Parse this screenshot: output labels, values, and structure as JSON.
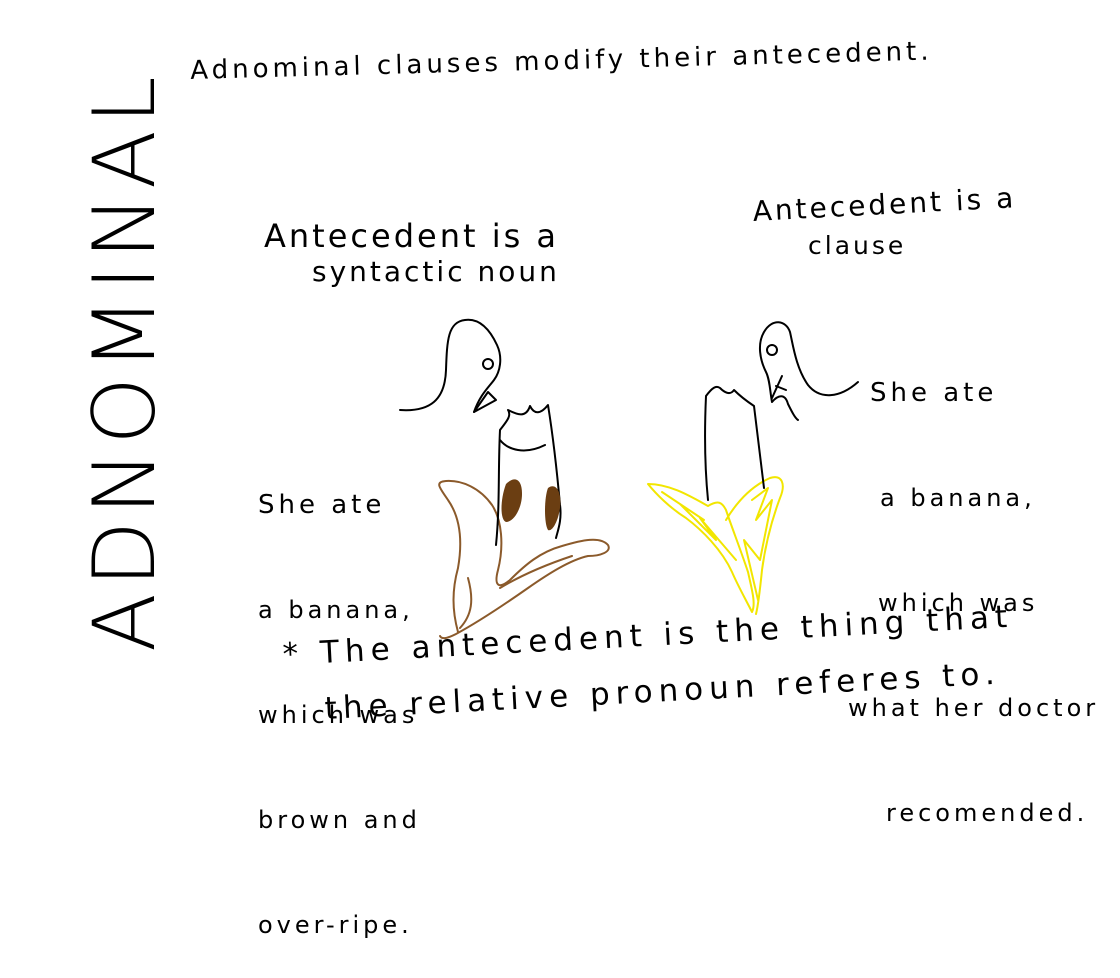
{
  "heading": "Adnominal clauses modify their antecedent.",
  "side_title": "ADNOMINAL",
  "left_panel": {
    "heading_line1": "Antecedent is a",
    "heading_line2": "syntactic noun",
    "example_lines": [
      "She ate",
      "a banana,",
      "which was",
      "brown and",
      "over-ripe."
    ],
    "banana_color": "#8B5A2B",
    "spot_color": "#6B3E12"
  },
  "right_panel": {
    "heading_line1": "Antecedent is a",
    "heading_line2": "clause",
    "example_lines": [
      "She ate",
      "a banana,",
      "which was",
      "what her doctor",
      "recomended."
    ],
    "banana_color": "#F2E600"
  },
  "footnote_line1": "* The antecedent is the thing that",
  "footnote_line2": "the relative pronoun referes to."
}
